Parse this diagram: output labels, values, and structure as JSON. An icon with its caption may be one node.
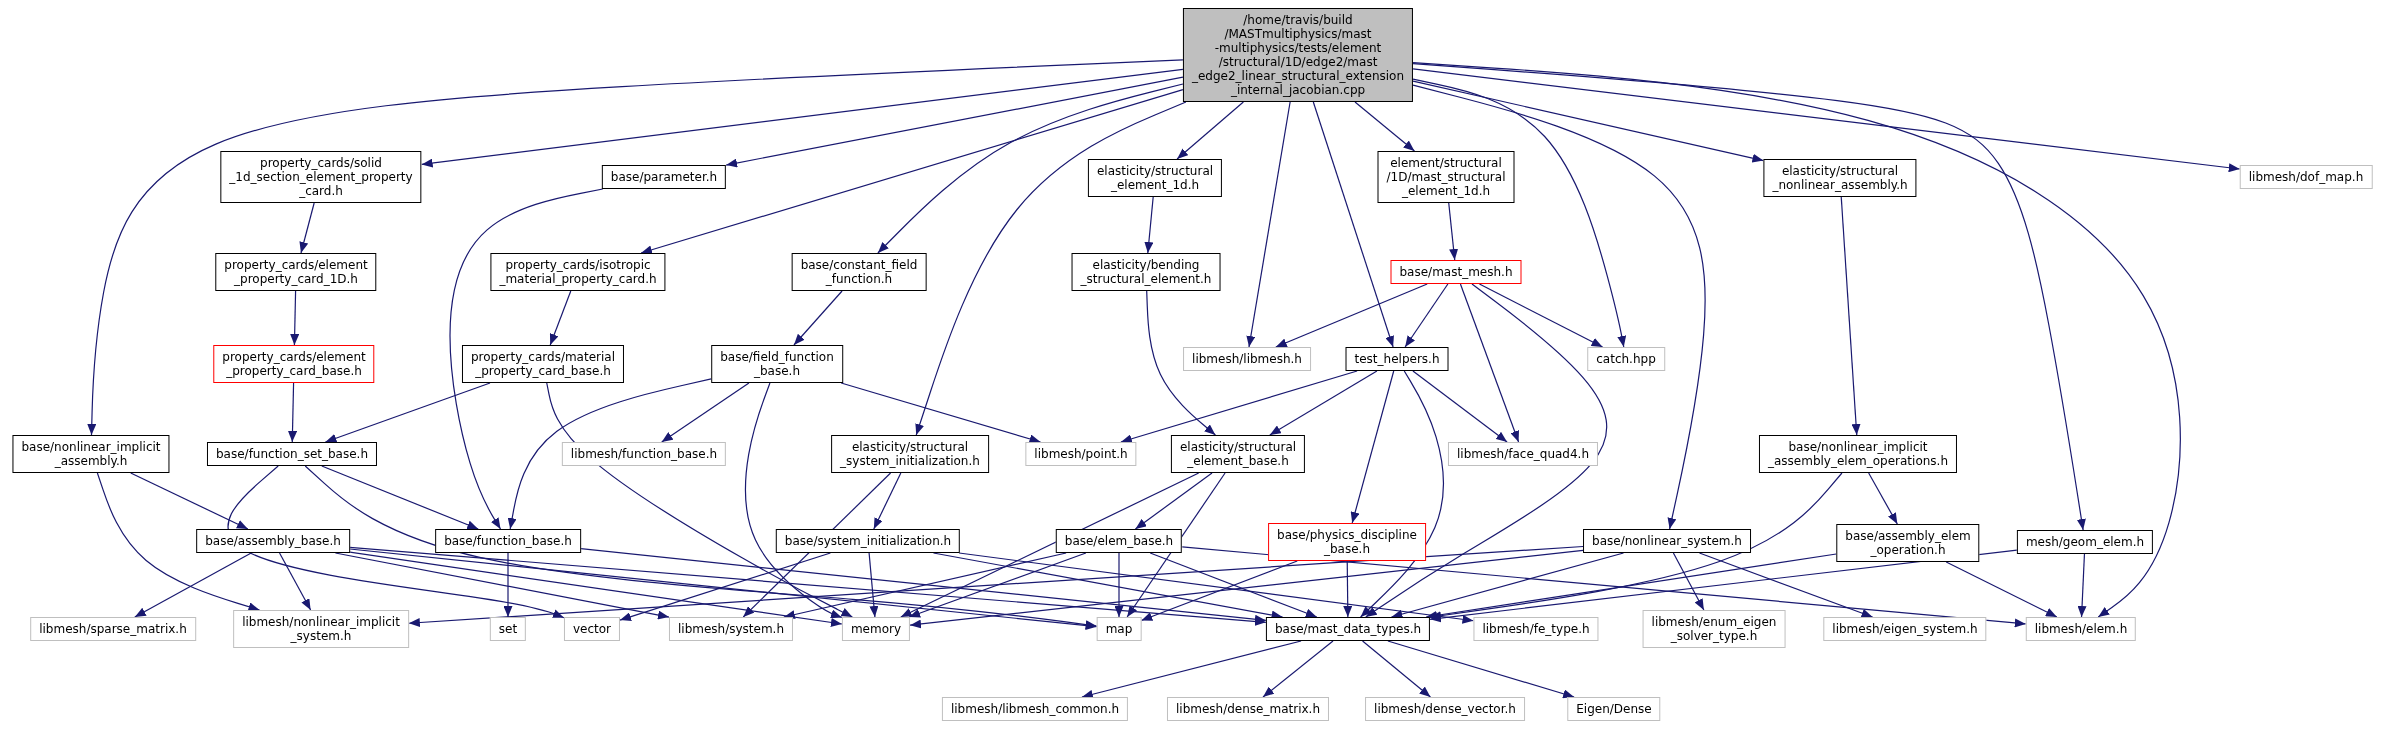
{
  "diagram": {
    "nodes": [
      {
        "text": [
          "/home/travis/build /MASTmultiphysics/mast -multiphysics/tests/element /structural/1D/edge2/mast _edge2_linear_structural_extension _internal_jacobian.cpp"
        ]
      },
      {
        "text": [
          "property_cards/solid _1d_section_element_property _card.h"
        ]
      },
      {
        "text": [
          "base/parameter.h"
        ]
      },
      {
        "text": [
          "elasticity/structural _element_1d.h"
        ]
      },
      {
        "text": [
          "element/structural /1D/mast_structural _element_1d.h"
        ]
      },
      {
        "text": [
          "elasticity/structural _nonlinear_assembly.h"
        ]
      },
      {
        "text": [
          "libmesh/dof_map.h"
        ]
      },
      {
        "text": [
          "property_cards/element _property_card_1D.h"
        ]
      },
      {
        "text": [
          "property_cards/isotropic _material_property_card.h"
        ]
      },
      {
        "text": [
          "base/constant_field _function.h"
        ]
      },
      {
        "text": [
          "elasticity/bending _structural_element.h"
        ]
      },
      {
        "text": [
          "base/mast_mesh.h"
        ]
      },
      {
        "text": [
          "property_cards/element _property_card_base.h"
        ]
      },
      {
        "text": [
          "property_cards/material _property_card_base.h"
        ]
      },
      {
        "text": [
          "base/field_function _base.h"
        ]
      },
      {
        "text": [
          "libmesh/libmesh.h"
        ]
      },
      {
        "text": [
          "test_helpers.h"
        ]
      },
      {
        "text": [
          "catch.hpp"
        ]
      },
      {
        "text": [
          "base/nonlinear_implicit _assembly.h"
        ]
      },
      {
        "text": [
          "base/function_set_base.h"
        ]
      },
      {
        "text": [
          "libmesh/function_base.h"
        ]
      },
      {
        "text": [
          "libmesh/point.h"
        ]
      },
      {
        "text": [
          "elasticity/structural _system_initialization.h"
        ]
      },
      {
        "text": [
          "elasticity/structural _element_base.h"
        ]
      },
      {
        "text": [
          "libmesh/face_quad4.h"
        ]
      },
      {
        "text": [
          "base/nonlinear_implicit _assembly_elem_operations.h"
        ]
      },
      {
        "text": [
          "base/assembly_base.h"
        ]
      },
      {
        "text": [
          "base/function_base.h"
        ]
      },
      {
        "text": [
          "base/system_initialization.h"
        ]
      },
      {
        "text": [
          "base/elem_base.h"
        ]
      },
      {
        "text": [
          "base/physics_discipline _base.h"
        ]
      },
      {
        "text": [
          "base/nonlinear_system.h"
        ]
      },
      {
        "text": [
          "base/assembly_elem _operation.h"
        ]
      },
      {
        "text": [
          "mesh/geom_elem.h"
        ]
      },
      {
        "text": [
          "libmesh/sparse_matrix.h"
        ]
      },
      {
        "text": [
          "libmesh/nonlinear_implicit _system.h"
        ]
      },
      {
        "text": [
          "set"
        ]
      },
      {
        "text": [
          "vector"
        ]
      },
      {
        "text": [
          "libmesh/system.h"
        ]
      },
      {
        "text": [
          "memory"
        ]
      },
      {
        "text": [
          "map"
        ]
      },
      {
        "text": [
          "base/mast_data_types.h"
        ]
      },
      {
        "text": [
          "libmesh/fe_type.h"
        ]
      },
      {
        "text": [
          "libmesh/enum_eigen _solver_type.h"
        ]
      },
      {
        "text": [
          "libmesh/eigen_system.h"
        ]
      },
      {
        "text": [
          "libmesh/elem.h"
        ]
      },
      {
        "text": [
          "libmesh/libmesh_common.h"
        ]
      },
      {
        "text": [
          "libmesh/dense_matrix.h"
        ]
      },
      {
        "text": [
          "libmesh/dense_vector.h"
        ]
      },
      {
        "text": [
          "Eigen/Dense"
        ]
      }
    ],
    "edges": [
      {
        "from": 0,
        "to": 1,
        "arrow": "to"
      },
      {
        "from": 0,
        "to": 2,
        "arrow": "to"
      },
      {
        "from": 0,
        "to": 8,
        "arrow": "to"
      },
      {
        "from": 0,
        "to": 9,
        "arrow": "to"
      },
      {
        "from": 0,
        "to": 3,
        "arrow": "to"
      },
      {
        "from": 0,
        "to": 4,
        "arrow": "to"
      },
      {
        "from": 0,
        "to": 5,
        "arrow": "to"
      },
      {
        "from": 0,
        "to": 6,
        "arrow": "to"
      },
      {
        "from": 0,
        "to": 15,
        "arrow": "to"
      },
      {
        "from": 0,
        "to": 16,
        "arrow": "to"
      },
      {
        "from": 0,
        "to": 17,
        "arrow": "to"
      },
      {
        "from": 0,
        "to": 18,
        "arrow": "to"
      },
      {
        "from": 0,
        "to": 22,
        "arrow": "to"
      },
      {
        "from": 0,
        "to": 31,
        "arrow": "to"
      },
      {
        "from": 0,
        "to": 33,
        "arrow": "to"
      },
      {
        "from": 0,
        "to": 45,
        "arrow": "to"
      },
      {
        "from": 1,
        "to": 7,
        "arrow": "to"
      },
      {
        "from": 7,
        "to": 12,
        "arrow": "to"
      },
      {
        "from": 12,
        "to": 19,
        "arrow": "to"
      },
      {
        "from": 8,
        "to": 13,
        "arrow": "to"
      },
      {
        "from": 13,
        "to": 19,
        "arrow": "to"
      },
      {
        "from": 13,
        "to": 39,
        "arrow": "to"
      },
      {
        "from": 2,
        "to": 27,
        "arrow": "to"
      },
      {
        "from": 9,
        "to": 14,
        "arrow": "to"
      },
      {
        "from": 14,
        "to": 20,
        "arrow": "to"
      },
      {
        "from": 14,
        "to": 27,
        "arrow": "to"
      },
      {
        "from": 14,
        "to": 21,
        "arrow": "to"
      },
      {
        "from": 14,
        "to": 39,
        "arrow": "to"
      },
      {
        "from": 3,
        "to": 10,
        "arrow": "to"
      },
      {
        "from": 10,
        "to": 23,
        "arrow": "to"
      },
      {
        "from": 4,
        "to": 11,
        "arrow": "to"
      },
      {
        "from": 11,
        "to": 15,
        "arrow": "to"
      },
      {
        "from": 11,
        "to": 16,
        "arrow": "to"
      },
      {
        "from": 11,
        "to": 17,
        "arrow": "to"
      },
      {
        "from": 11,
        "to": 24,
        "arrow": "to"
      },
      {
        "from": 11,
        "to": 41,
        "arrow": "to"
      },
      {
        "from": 5,
        "to": 25,
        "arrow": "to"
      },
      {
        "from": 25,
        "to": 32,
        "arrow": "to"
      },
      {
        "from": 25,
        "to": 41,
        "arrow": "to"
      },
      {
        "from": 16,
        "to": 21,
        "arrow": "to"
      },
      {
        "from": 16,
        "to": 23,
        "arrow": "to"
      },
      {
        "from": 16,
        "to": 24,
        "arrow": "to"
      },
      {
        "from": 16,
        "to": 30,
        "arrow": "to"
      },
      {
        "from": 16,
        "to": 41,
        "arrow": "to"
      },
      {
        "from": 18,
        "to": 26,
        "arrow": "to"
      },
      {
        "from": 18,
        "to": 35,
        "arrow": "to"
      },
      {
        "from": 19,
        "to": 27,
        "arrow": "to"
      },
      {
        "from": 19,
        "to": 37,
        "arrow": "to"
      },
      {
        "from": 19,
        "to": 40,
        "arrow": "to"
      },
      {
        "from": 22,
        "to": 28,
        "arrow": "to"
      },
      {
        "from": 22,
        "to": 38,
        "arrow": "to"
      },
      {
        "from": 23,
        "to": 39,
        "arrow": "to"
      },
      {
        "from": 23,
        "to": 29,
        "arrow": "to"
      },
      {
        "from": 23,
        "to": 40,
        "arrow": "to"
      },
      {
        "from": 26,
        "to": 34,
        "arrow": "to"
      },
      {
        "from": 26,
        "to": 35,
        "arrow": "to"
      },
      {
        "from": 26,
        "to": 38,
        "arrow": "to"
      },
      {
        "from": 26,
        "to": 39,
        "arrow": "to"
      },
      {
        "from": 26,
        "to": 40,
        "arrow": "to"
      },
      {
        "from": 26,
        "to": 41,
        "arrow": "to"
      },
      {
        "from": 27,
        "to": 36,
        "arrow": "to"
      },
      {
        "from": 27,
        "to": 41,
        "arrow": "to"
      },
      {
        "from": 28,
        "to": 37,
        "arrow": "to"
      },
      {
        "from": 28,
        "to": 39,
        "arrow": "to"
      },
      {
        "from": 28,
        "to": 41,
        "arrow": "to"
      },
      {
        "from": 28,
        "to": 42,
        "arrow": "to"
      },
      {
        "from": 29,
        "to": 38,
        "arrow": "to"
      },
      {
        "from": 29,
        "to": 39,
        "arrow": "to"
      },
      {
        "from": 29,
        "to": 40,
        "arrow": "to"
      },
      {
        "from": 29,
        "to": 41,
        "arrow": "to"
      },
      {
        "from": 29,
        "to": 45,
        "arrow": "to"
      },
      {
        "from": 30,
        "to": 40,
        "arrow": "to"
      },
      {
        "from": 30,
        "to": 41,
        "arrow": "to"
      },
      {
        "from": 31,
        "to": 35,
        "arrow": "to"
      },
      {
        "from": 31,
        "to": 39,
        "arrow": "to"
      },
      {
        "from": 31,
        "to": 41,
        "arrow": "to"
      },
      {
        "from": 31,
        "to": 43,
        "arrow": "to"
      },
      {
        "from": 31,
        "to": 44,
        "arrow": "to"
      },
      {
        "from": 32,
        "to": 41,
        "arrow": "to"
      },
      {
        "from": 32,
        "to": 45,
        "arrow": "to"
      },
      {
        "from": 33,
        "to": 41,
        "arrow": "to"
      },
      {
        "from": 33,
        "to": 45,
        "arrow": "to"
      },
      {
        "from": 41,
        "to": 46,
        "arrow": "to"
      },
      {
        "from": 41,
        "to": 47,
        "arrow": "to"
      },
      {
        "from": 41,
        "to": 48,
        "arrow": "to"
      },
      {
        "from": 41,
        "to": 49,
        "arrow": "to"
      }
    ]
  }
}
